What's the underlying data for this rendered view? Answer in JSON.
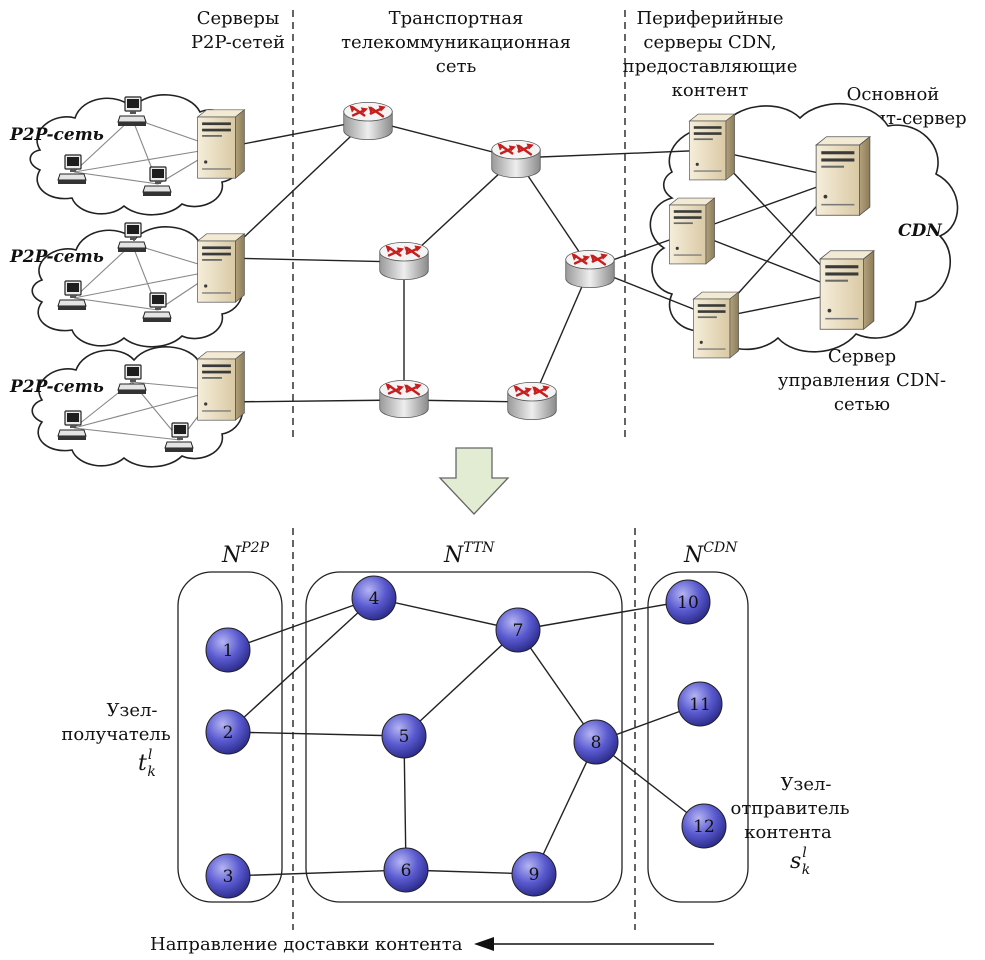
{
  "top": {
    "col_labels": {
      "p2p_servers": [
        "Серверы",
        "P2P-сетей"
      ],
      "transport": [
        "Транспортная",
        "телекоммуникационная",
        "сеть"
      ],
      "cdn_edge": [
        "Периферийные",
        "серверы CDN,",
        "предоставляющие",
        "контент"
      ]
    },
    "main_server": [
      "Основной",
      "контент-сервер"
    ],
    "cdn_mgmt": [
      "Сервер",
      "управления CDN-",
      "сетью"
    ],
    "cdn_label": "CDN",
    "p2p_label": "P2P-сеть"
  },
  "bottom": {
    "groups": {
      "p2p": {
        "base": "N",
        "sup": "P2P"
      },
      "ttn": {
        "base": "N",
        "sup": "TTN"
      },
      "cdn": {
        "base": "N",
        "sup": "CDN"
      }
    },
    "nodes": [
      "1",
      "2",
      "3",
      "4",
      "5",
      "6",
      "7",
      "8",
      "9",
      "10",
      "11",
      "12"
    ],
    "receiver": {
      "lines": [
        "Узел-",
        "получатель"
      ],
      "sym": "t",
      "sup": "l",
      "sub": "k"
    },
    "sender": {
      "lines": [
        "Узел-",
        "отправитель",
        "контента"
      ],
      "sym": "s",
      "sup": "l",
      "sub": "k"
    },
    "direction": "Направление доставки контента"
  },
  "colors": {
    "node_fill": "#5a5ad0",
    "router_arrow": "#c81e1e",
    "server_body": "#e8dcc0",
    "arrow_fill": "#e2ecd2"
  },
  "icons": [
    "server-icon",
    "router-icon",
    "computer-icon",
    "cloud-shape",
    "down-arrow-icon",
    "left-arrow-icon"
  ]
}
